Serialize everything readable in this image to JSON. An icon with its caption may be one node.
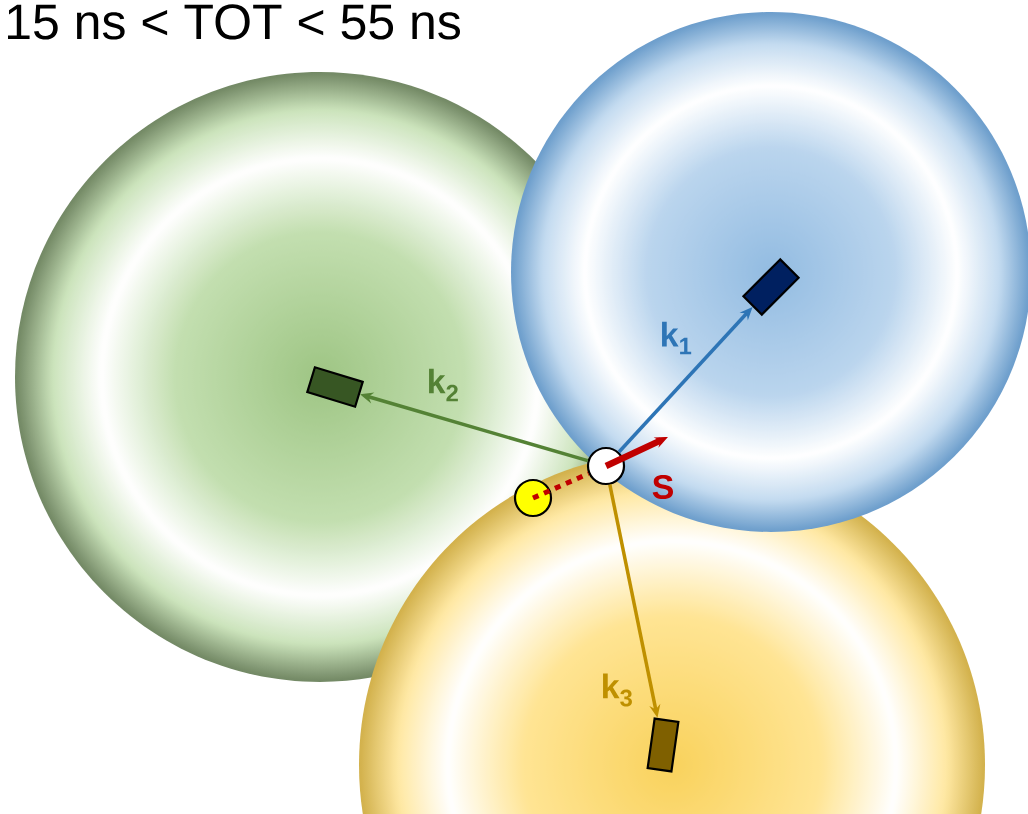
{
  "diagram": {
    "title": "15 ns < TOT < 55 ns",
    "nodes": [
      {
        "text": [],
        "shape": "box"
      },
      {
        "text": [],
        "shape": "box"
      },
      {
        "text": [],
        "shape": "circle"
      },
      {
        "text": [],
        "shape": "circle"
      },
      {
        "text": [],
        "shape": "box"
      }
    ],
    "edges": [
      {
        "from": 2,
        "to": 0,
        "arrow": "to",
        "label": "k$_{1}$",
        "color": "#2e75b6"
      },
      {
        "from": 2,
        "to": 1,
        "arrow": "to",
        "label": "k$_{2}$",
        "color": "#548235"
      },
      {
        "from": 2,
        "to": 4,
        "arrow": "to",
        "label": "k$_{3}$",
        "color": "#bf9000"
      },
      {
        "from": 2,
        "to": null,
        "arrow": "to",
        "label": "S",
        "color": "#c00000",
        "style": "thick"
      },
      {
        "from": 3,
        "to": 2,
        "arrow": "none",
        "color": "#c00000",
        "style": "dashed"
      }
    ]
  }
}
